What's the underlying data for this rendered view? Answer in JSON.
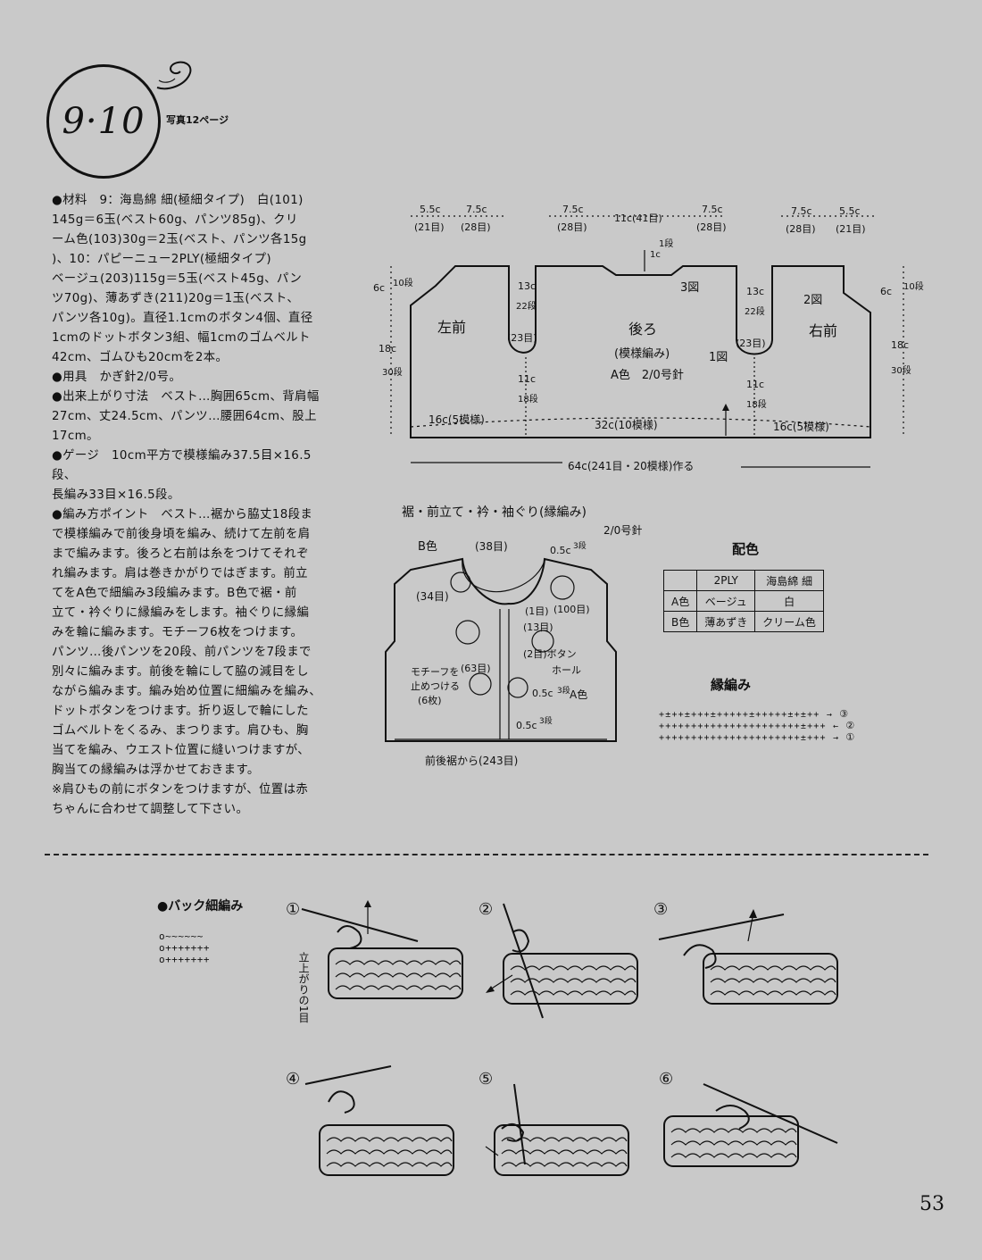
{
  "header": {
    "pattern_number": "9·10",
    "photo_ref": "写真12ページ"
  },
  "materials": {
    "lines": [
      "●材料　9：海島綿 細(極細タイプ)　白(101)",
      "145g＝6玉(ベスト60g、パンツ85g)、クリ",
      "ーム色(103)30g＝2玉(ベスト、パンツ各15g",
      ")、10：パピーニュー2PLY(極細タイプ)",
      "ベージュ(203)115g＝5玉(ベスト45g、パン",
      "ツ70g)、薄あずき(211)20g＝1玉(ベスト、",
      "パンツ各10g)。直径1.1cmのボタン4個、直径",
      "1cmのドットボタン3組、幅1cmのゴムベルト",
      "42cm、ゴムひも20cmを2本。",
      "●用具　かぎ針2/0号。",
      "●出来上がり寸法　ベスト…胸囲65cm、背肩幅",
      "27cm、丈24.5cm、パンツ…腰囲64cm、股上17cm。",
      "●ゲージ　10cm平方で模様編み37.5目×16.5段、",
      "長編み33目×16.5段。",
      "●編み方ポイント　ベスト…裾から脇丈18段ま",
      "で模様編みで前後身頃を編み、続けて左前を肩",
      "まで編みます。後ろと右前は糸をつけてそれぞ",
      "れ編みます。肩は巻きかがりではぎます。前立",
      "てをA色で細編み3段編みます。B色で裾・前",
      "立て・衿ぐりに縁編みをします。袖ぐりに縁編",
      "みを輪に編みます。モチーフ6枚をつけます。",
      "パンツ…後パンツを20段、前パンツを7段まで",
      "別々に編みます。前後を輪にして脇の減目をし",
      "ながら編みます。編み始め位置に細編みを編み、",
      "ドットボタンをつけます。折り返しで輪にした",
      "ゴムベルトをくるみ、まつります。肩ひも、胸",
      "当てを編み、ウエスト位置に縫いつけますが、",
      "胸当ての縁編みは浮かせておきます。",
      "※肩ひもの前にボタンをつけますが、位置は赤",
      "ちゃんに合わせて調整して下さい。"
    ]
  },
  "body_diagram": {
    "top_dims": [
      "5.5c",
      "(21目)",
      "7.5c",
      "(28目)",
      "7.5c",
      "(28目)",
      "11c(41目)",
      "7.5c",
      "(28目)",
      "7.5c",
      "(28目)",
      "5.5c",
      "(21目)"
    ],
    "neck_dim": "1c",
    "neck_rows": "1段",
    "labels": {
      "left_front": "左前",
      "back": "後ろ",
      "back_sub": "(模様編み)",
      "color_needle": "A色　2/0号針",
      "right_front": "右前",
      "fig1": "1図",
      "fig2": "2図",
      "fig3": "3図"
    },
    "side_dims": {
      "shoulder": "6c",
      "shoulder_rows": "10段",
      "body": "18c",
      "body_rows": "30段",
      "arm": "13c",
      "arm_rows": "22段",
      "arm_sts": "(23目)",
      "side": "11c",
      "side_rows": "18段"
    },
    "bottom_dims": {
      "left": "16c(5模様)",
      "center": "32c(10模様)",
      "right": "16c(5模様)",
      "total": "64c(241目・20模様)作る"
    }
  },
  "trim_diagram": {
    "title": "裾・前立て・衿・袖ぐり(縁編み)",
    "needle": "2/0号針",
    "labels": {
      "b_color": "B色",
      "neck": "(38目)",
      "top_edge": "0.5c",
      "top_edge_rows": "3段",
      "left_neck": "(34目)",
      "one": "(1目)",
      "thirteen": "(13目)",
      "hundred": "(100目)",
      "two_button": "(2目)ボタン",
      "hole": "ホール",
      "motif_1": "モチーフを",
      "motif_2": "止めつける",
      "motif_3": "(6枚)",
      "sixty_three": "(63目)",
      "a_color_edge": "0.5c",
      "a_color_rows": "3段",
      "a_color": "A色",
      "bottom_edge": "0.5c",
      "bottom_edge_rows": "3段",
      "bottom": "前後裾から(243目)"
    }
  },
  "color_chart": {
    "title": "配色",
    "header": [
      "",
      "2PLY",
      "海島綿 細"
    ],
    "rows": [
      [
        "A色",
        "ベージュ",
        "白"
      ],
      [
        "B色",
        "薄あずき",
        "クリーム色"
      ]
    ]
  },
  "edge_chart": {
    "title": "縁編み",
    "rows": [
      "+±++±+++±+++++±+++++±+±++",
      "++++++++++++++++++++++±+++",
      "++++++++++++++++++++++±+++"
    ],
    "row_marks": [
      "③",
      "②",
      "①"
    ]
  },
  "back_sc": {
    "title": "●バック細編み",
    "symbol_rows": [
      "o~~~~~~",
      "o+++++++",
      "o+++++++"
    ],
    "steps": [
      "①",
      "②",
      "③",
      "④",
      "⑤",
      "⑥"
    ],
    "step1_note": "立上がりの1目"
  },
  "page_number": "53",
  "colors": {
    "background": "#c9c9c9",
    "ink": "#111111"
  }
}
